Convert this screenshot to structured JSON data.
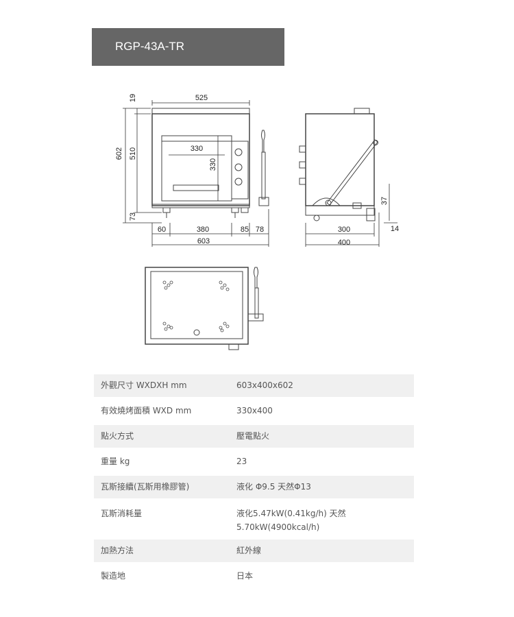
{
  "title": "RGP-43A-TR",
  "dims": {
    "front": [
      "19",
      "525",
      "602",
      "510",
      "330",
      "330",
      "73",
      "60",
      "380",
      "85",
      "78",
      "603"
    ],
    "side": [
      "37",
      "300",
      "14",
      "400"
    ]
  },
  "specs": [
    {
      "label": "外觀尺寸 WXDXH mm",
      "value": "603x400x602"
    },
    {
      "label": "有效燒烤面積 WXD mm",
      "value": "330x400"
    },
    {
      "label": "點火方式",
      "value": "壓電點火"
    },
    {
      "label": "重量 kg",
      "value": "23"
    },
    {
      "label": "瓦斯接續(瓦斯用橡膠管)",
      "value": "液化 Φ9.5 天然Φ13"
    },
    {
      "label": "瓦斯消耗量",
      "value": "液化5.47kW(0.41kg/h) 天然",
      "value2": "5.70kW(4900kcal/h)"
    },
    {
      "label": "加熱方法",
      "value": "紅外線"
    },
    {
      "label": "製造地",
      "value": "日本"
    }
  ]
}
